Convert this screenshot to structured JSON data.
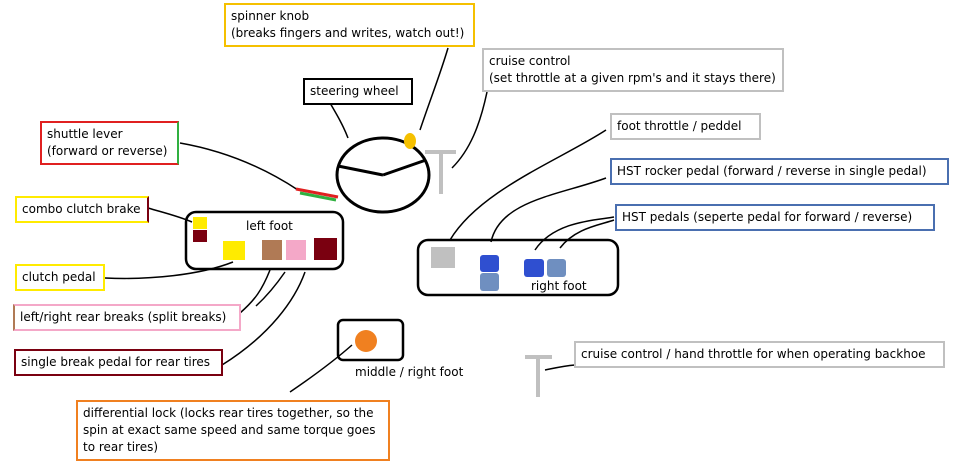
{
  "labels": {
    "spinner_knob": {
      "line1": "spinner knob",
      "line2": "(breaks fingers and writes, watch out!)",
      "color": "#f5c000"
    },
    "cruise_control": {
      "line1": "cruise control",
      "line2": "(set throttle at a given rpm's and it stays there)",
      "color": "#c0c0c0"
    },
    "steering_wheel": {
      "text": "steering wheel",
      "color": "#000000"
    },
    "foot_throttle": {
      "text": "foot throttle / peddel",
      "color": "#c0c0c0"
    },
    "shuttle_lever": {
      "line1": "shuttle lever",
      "line2": "(forward or reverse)",
      "color_left": "#e02020",
      "color_right": "#30b040"
    },
    "hst_rocker": {
      "text": "HST rocker pedal (forward / reverse in single pedal)",
      "color": "#4a6fb0"
    },
    "combo_clutch_brake": {
      "text": "combo clutch brake",
      "color_left": "#ffeb00",
      "color_right": "#7a0010"
    },
    "hst_pedals": {
      "text": "HST pedals (seperte pedal for forward / reverse)",
      "color": "#4a6fb0"
    },
    "clutch_pedal": {
      "text": "clutch pedal",
      "color": "#ffeb00"
    },
    "split_breaks": {
      "text": "left/right rear breaks (split breaks)",
      "color_left": "#b07a55",
      "color_right": "#f4a8c8"
    },
    "single_break": {
      "text": "single break pedal for rear tires",
      "color": "#7a0010"
    },
    "hand_throttle": {
      "text": "cruise control / hand throttle for when operating backhoe",
      "color": "#c0c0c0"
    },
    "diff_lock": {
      "line1": "differential lock (locks rear tires together, so the",
      "line2": "spin at exact same speed and same torque goes",
      "line3": "to rear tires)",
      "color": "#f08020"
    }
  },
  "areas": {
    "left_foot": "left foot",
    "right_foot": "right foot",
    "middle_right_foot": "middle / right foot"
  },
  "colors": {
    "yellow": "#ffeb00",
    "maroon": "#7a0010",
    "brown": "#b07a55",
    "pink": "#f4a8c8",
    "grey": "#c0c0c0",
    "blue": "#2f4fd0",
    "steel_blue": "#6f8fc0",
    "orange": "#f08020",
    "knob": "#f5c000"
  },
  "icons": {
    "steering": "steering-wheel-icon",
    "throttle": "throttle-lever-icon"
  }
}
